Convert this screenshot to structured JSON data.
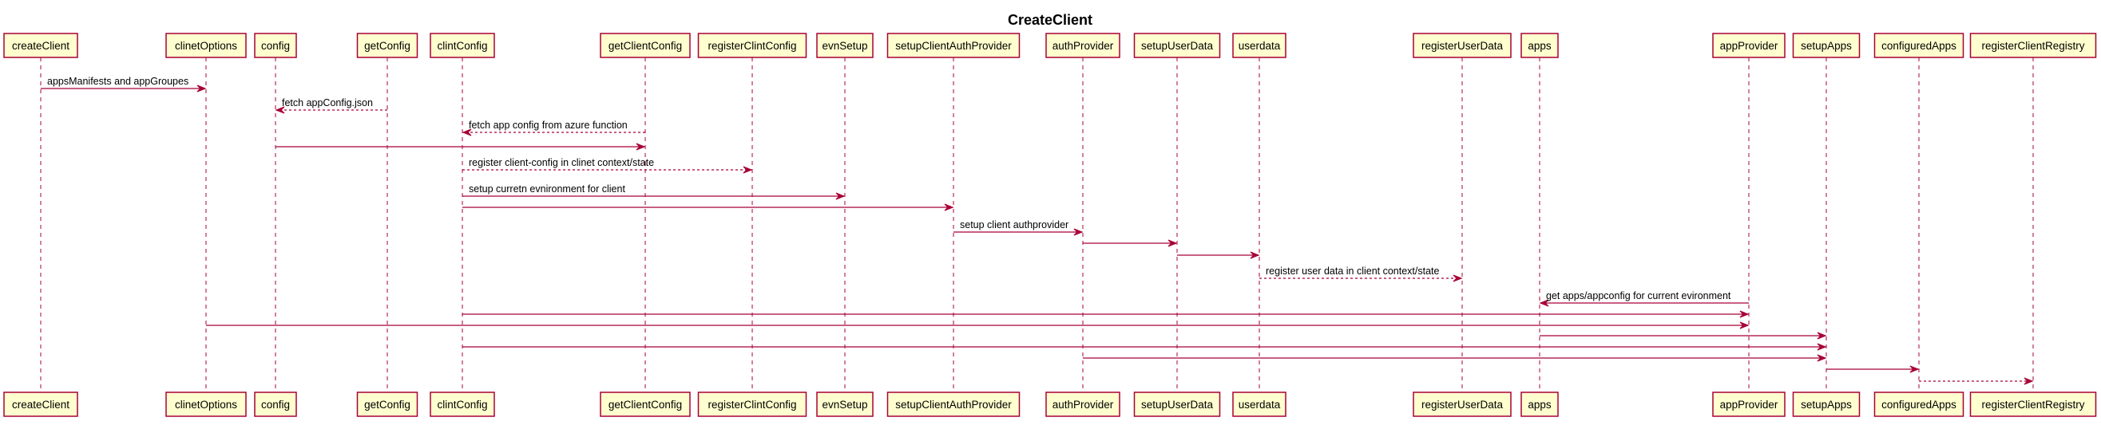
{
  "diagram": {
    "title": "CreateClient",
    "participants": [
      {
        "id": "createClient",
        "label": "createClient"
      },
      {
        "id": "clinetOptions",
        "label": "clinetOptions"
      },
      {
        "id": "config",
        "label": "config"
      },
      {
        "id": "getConfig",
        "label": "getConfig"
      },
      {
        "id": "clintConfig",
        "label": "clintConfig"
      },
      {
        "id": "getClientConfig",
        "label": "getClientConfig"
      },
      {
        "id": "registerClintConfig",
        "label": "registerClintConfig"
      },
      {
        "id": "evnSetup",
        "label": "evnSetup"
      },
      {
        "id": "setupClientAuthProvider",
        "label": "setupClientAuthProvider"
      },
      {
        "id": "authProvider",
        "label": "authProvider"
      },
      {
        "id": "setupUserData",
        "label": "setupUserData"
      },
      {
        "id": "userdata",
        "label": "userdata"
      },
      {
        "id": "registerUserData",
        "label": "registerUserData"
      },
      {
        "id": "apps",
        "label": "apps"
      },
      {
        "id": "appProvider",
        "label": "appProvider"
      },
      {
        "id": "setupApps",
        "label": "setupApps"
      },
      {
        "id": "configuredApps",
        "label": "configuredApps"
      },
      {
        "id": "registerClientRegistry",
        "label": "registerClientRegistry"
      }
    ],
    "messages": [
      {
        "from": "createClient",
        "to": "clinetOptions",
        "label": "appsManifests and appGroupes",
        "dashed": false
      },
      {
        "from": "getConfig",
        "to": "config",
        "label": "fetch appConfig.json",
        "dashed": true
      },
      {
        "from": "getClientConfig",
        "to": "clintConfig",
        "label": "fetch app config from azure function",
        "dashed": true
      },
      {
        "from": "config",
        "to": "getClientConfig",
        "label": "",
        "dashed": false
      },
      {
        "from": "clintConfig",
        "to": "registerClintConfig",
        "label": "register client-config in clinet context/state",
        "dashed": true
      },
      {
        "from": "clintConfig",
        "to": "evnSetup",
        "label": "setup curretn evnironment for client",
        "dashed": false
      },
      {
        "from": "clintConfig",
        "to": "setupClientAuthProvider",
        "label": "",
        "dashed": false
      },
      {
        "from": "setupClientAuthProvider",
        "to": "authProvider",
        "label": "setup client authprovider",
        "dashed": false
      },
      {
        "from": "authProvider",
        "to": "setupUserData",
        "label": "",
        "dashed": false
      },
      {
        "from": "setupUserData",
        "to": "userdata",
        "label": "",
        "dashed": false
      },
      {
        "from": "userdata",
        "to": "registerUserData",
        "label": "register user data in client context/state",
        "dashed": true
      },
      {
        "from": "appProvider",
        "to": "apps",
        "label": "get apps/appconfig for current evironment",
        "dashed": false
      },
      {
        "from": "clintConfig",
        "to": "appProvider",
        "label": "",
        "dashed": false
      },
      {
        "from": "clinetOptions",
        "to": "appProvider",
        "label": "",
        "dashed": false
      },
      {
        "from": "apps",
        "to": "setupApps",
        "label": "",
        "dashed": false
      },
      {
        "from": "clintConfig",
        "to": "setupApps",
        "label": "",
        "dashed": false
      },
      {
        "from": "authProvider",
        "to": "setupApps",
        "label": "",
        "dashed": false
      },
      {
        "from": "setupApps",
        "to": "configuredApps",
        "label": "",
        "dashed": false
      },
      {
        "from": "configuredApps",
        "to": "registerClientRegistry",
        "label": "",
        "dashed": true
      }
    ]
  }
}
